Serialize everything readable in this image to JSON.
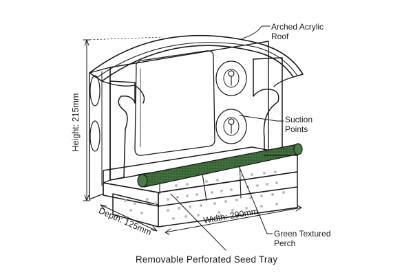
{
  "colors": {
    "ink": "#1a1a1a",
    "background": "#ffffff",
    "acrylic": "#eef2f5",
    "perch_green": "#3d6b3a",
    "perch_dark": "#2a4a28"
  },
  "labels": {
    "roof_line1": "Arched Acrylic",
    "roof_line2": "Roof",
    "suction_line1": "Suction",
    "suction_line2": "Points",
    "perch_line1": "Green Textured",
    "perch_line2": "Perch",
    "tray": "Removable Perforated Seed Tray"
  },
  "dimensions": {
    "height": "Height: 215mm",
    "depth": "Depth: 125mm",
    "width": "Width: 290mm"
  }
}
